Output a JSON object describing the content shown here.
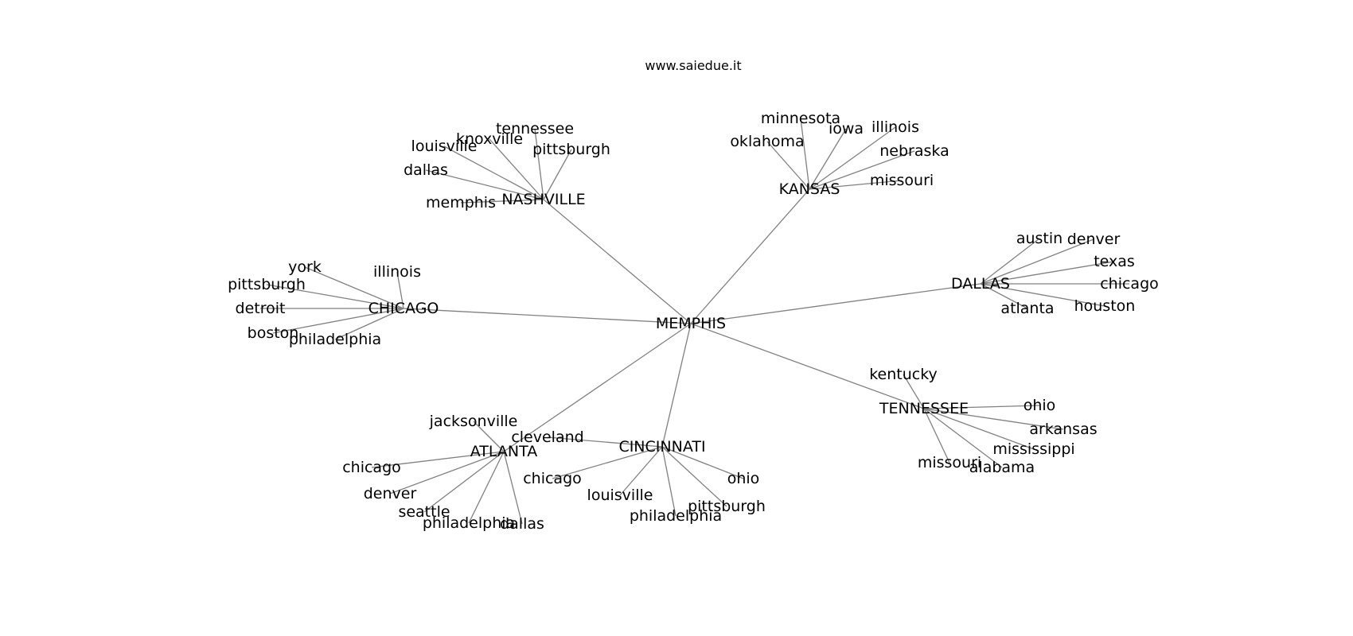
{
  "title": "www.saiedue.it",
  "colors": {
    "edge": "#808080",
    "text": "#000000",
    "background": "#ffffff"
  },
  "graph": {
    "root": "MEMPHIS",
    "hubs": [
      {
        "label": "NASHVILLE",
        "leaves": [
          "tennessee",
          "knoxville",
          "louisville",
          "pittsburgh",
          "dallas",
          "memphis"
        ]
      },
      {
        "label": "KANSAS",
        "leaves": [
          "minnesota",
          "iowa",
          "illinois",
          "oklahoma",
          "nebraska",
          "missouri"
        ]
      },
      {
        "label": "DALLAS",
        "leaves": [
          "austin",
          "denver",
          "texas",
          "chicago",
          "atlanta",
          "houston"
        ]
      },
      {
        "label": "CHICAGO",
        "leaves": [
          "york",
          "illinois",
          "pittsburgh",
          "detroit",
          "boston",
          "philadelphia"
        ]
      },
      {
        "label": "TENNESSEE",
        "leaves": [
          "kentucky",
          "ohio",
          "arkansas",
          "mississippi",
          "missouri",
          "alabama"
        ]
      },
      {
        "label": "ATLANTA",
        "leaves": [
          "jacksonville",
          "chicago",
          "denver",
          "seattle",
          "philadelphia",
          "dallas"
        ]
      },
      {
        "label": "CINCINNATI",
        "leaves": [
          "cleveland",
          "chicago",
          "ohio",
          "louisville",
          "pittsburgh",
          "philadelphia"
        ]
      }
    ]
  }
}
